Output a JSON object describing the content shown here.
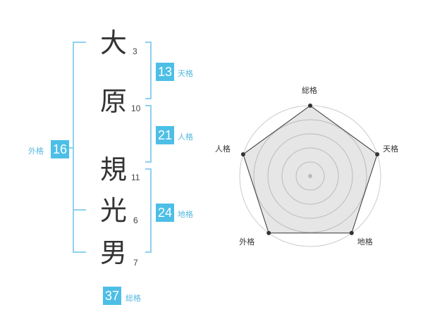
{
  "name_chars": [
    {
      "char": "大",
      "strokes": "3"
    },
    {
      "char": "原",
      "strokes": "10"
    },
    {
      "char": "規",
      "strokes": "11"
    },
    {
      "char": "光",
      "strokes": "6"
    },
    {
      "char": "男",
      "strokes": "7"
    }
  ],
  "fortunes": {
    "tenkaku": {
      "value": "13",
      "label": "天格"
    },
    "jinkaku": {
      "value": "21",
      "label": "人格"
    },
    "chikaku": {
      "value": "24",
      "label": "地格"
    },
    "gaikaku": {
      "value": "16",
      "label": "外格"
    },
    "soukaku": {
      "value": "37",
      "label": "総格"
    }
  },
  "colors": {
    "accent": "#4dbfe6",
    "bracket": "#8fd0ef"
  },
  "chart_data": {
    "type": "radar",
    "axes": [
      "総格",
      "天格",
      "地格",
      "外格",
      "人格"
    ],
    "values": [
      5,
      5,
      5,
      5,
      5
    ],
    "rmax": 5,
    "rings": 5
  }
}
